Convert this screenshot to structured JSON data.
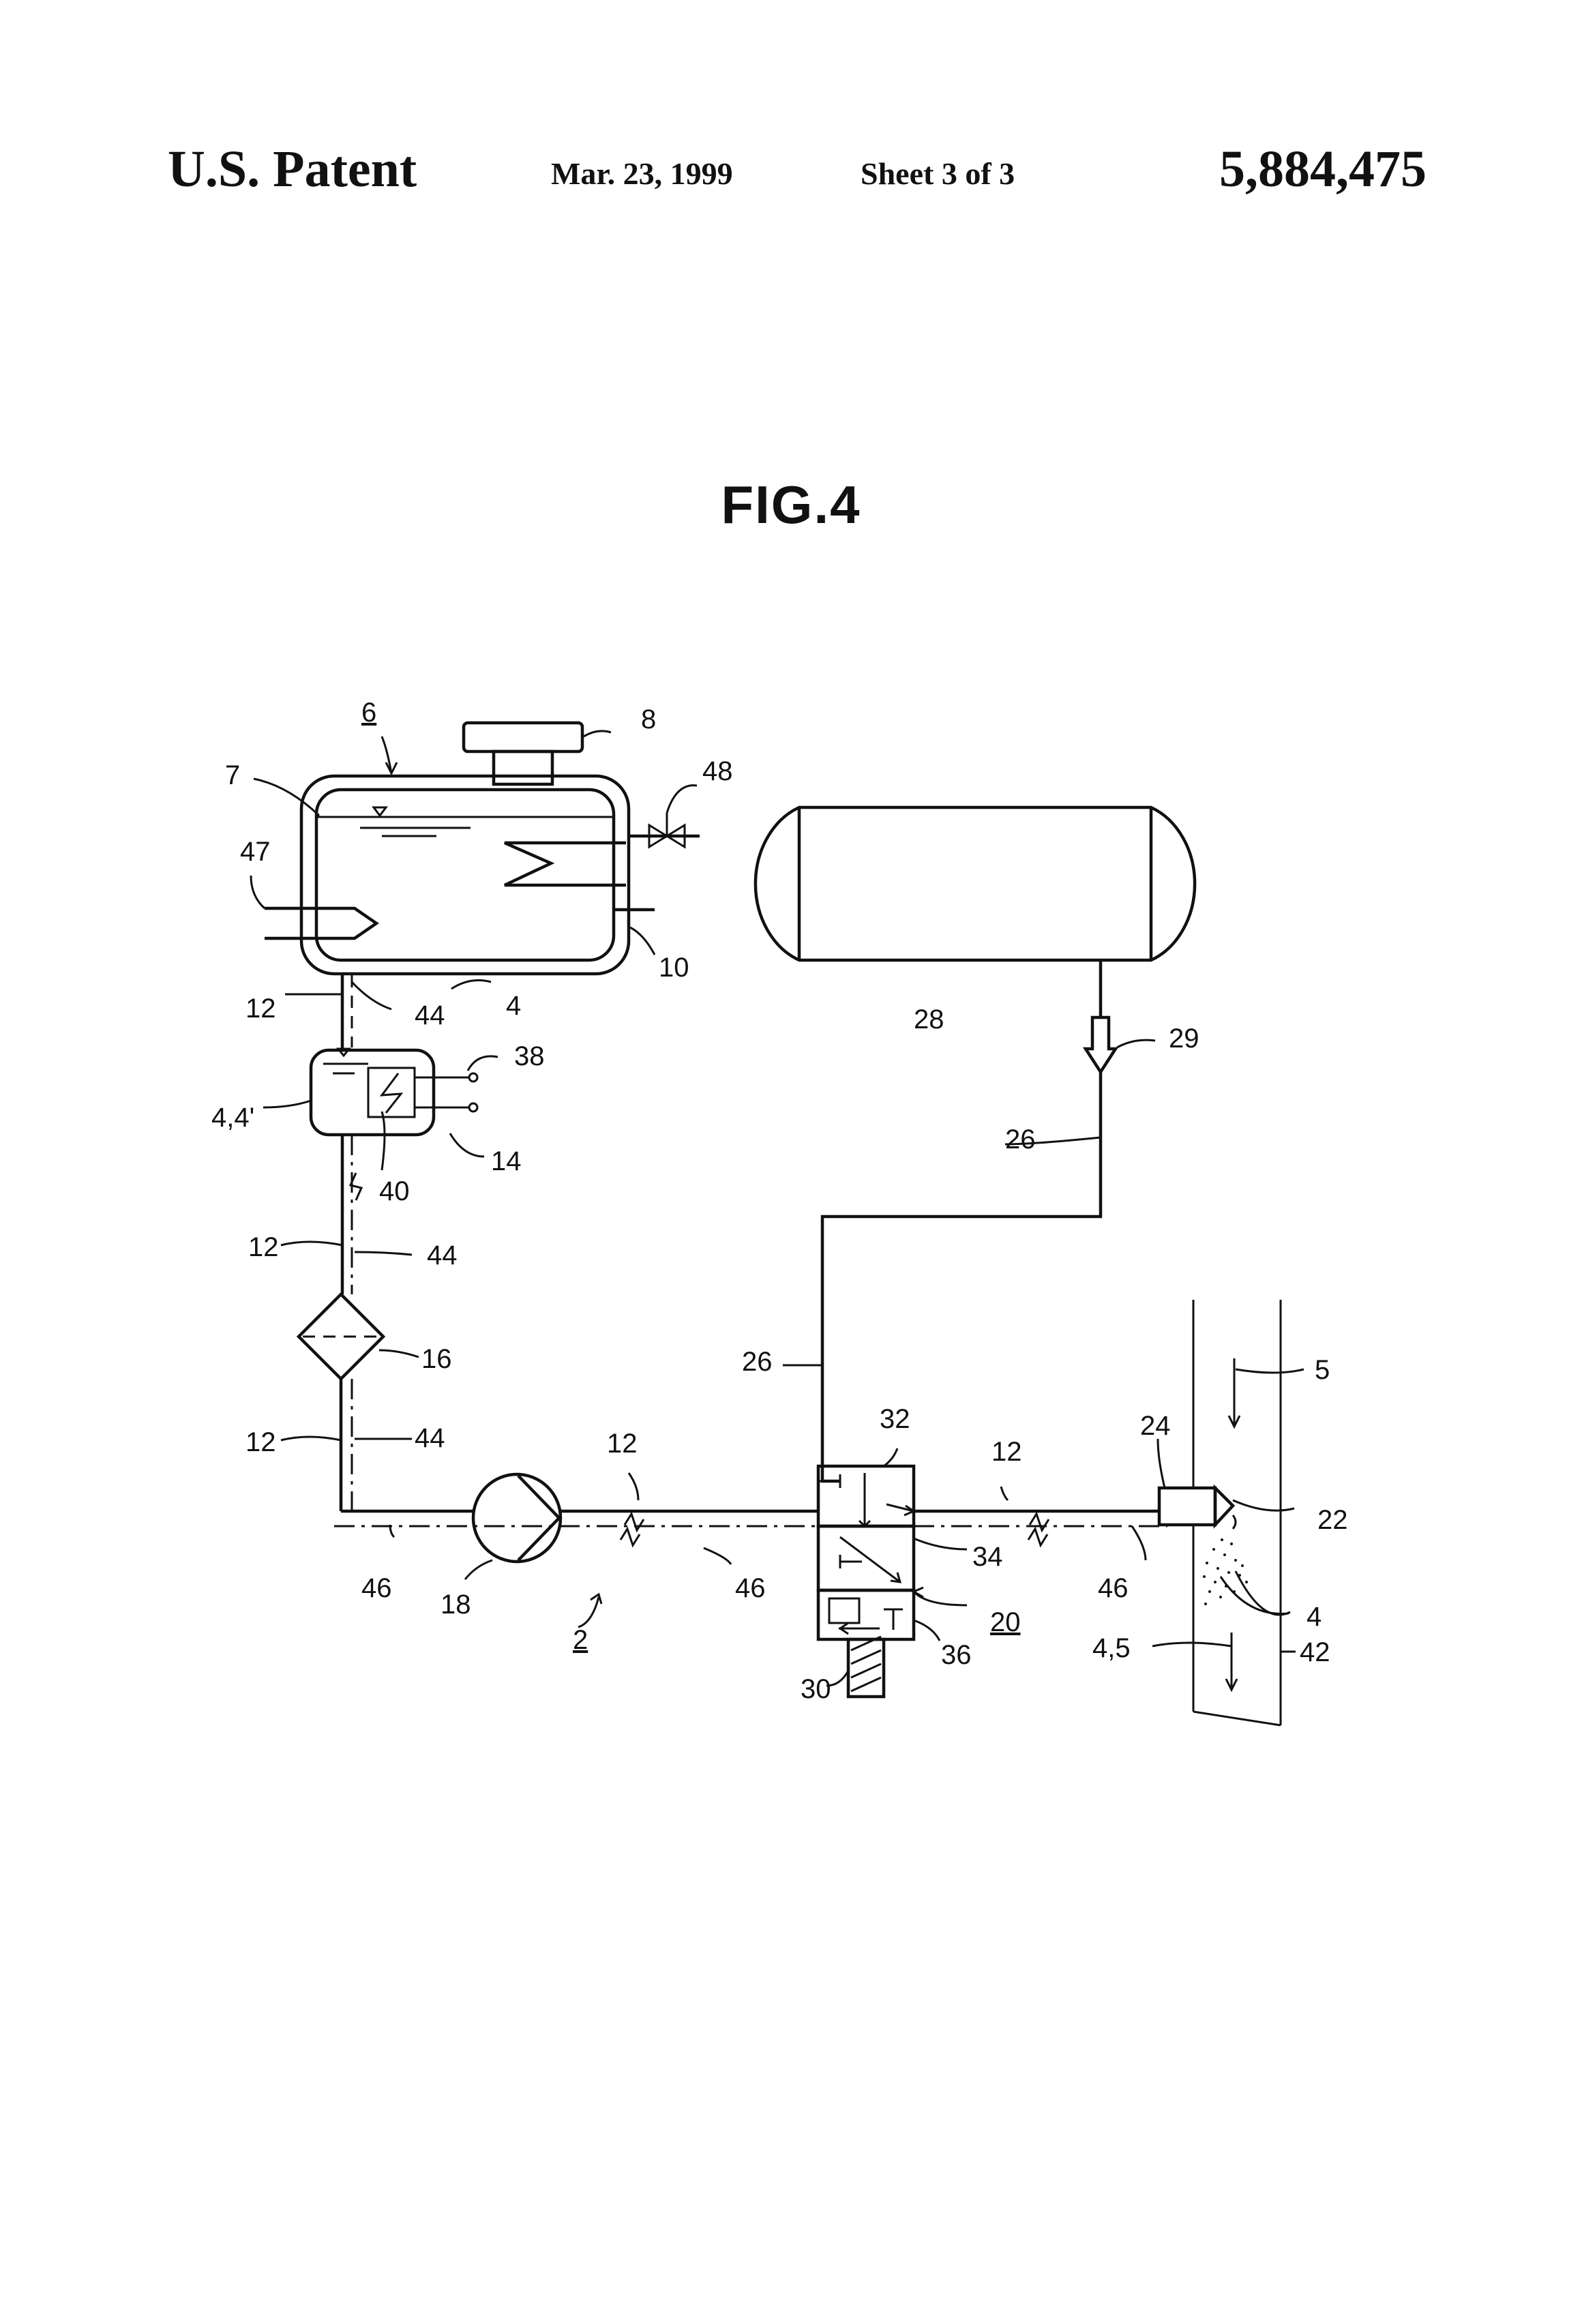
{
  "header": {
    "left": "U.S. Patent",
    "date": "Mar. 23, 1999",
    "sheet": "Sheet 3 of 3",
    "number": "5,884,475"
  },
  "figure": {
    "title": "FIG.4",
    "labels": {
      "l6": "6",
      "l8": "8",
      "l7": "7",
      "l48": "48",
      "l47": "47",
      "l4a": "4",
      "l10": "10",
      "l12a": "12",
      "l44a": "44",
      "l38": "38",
      "l44p": "4,4'",
      "l40": "40",
      "l14": "14",
      "l12b": "12",
      "l44b": "44",
      "l16": "16",
      "l12c": "12",
      "l44c": "44",
      "l46a": "46",
      "l18": "18",
      "l12d": "12",
      "l2": "2",
      "l46b": "46",
      "l28": "28",
      "l29": "29",
      "l26a": "26",
      "l26b": "26",
      "l32": "32",
      "l12e": "12",
      "l34": "34",
      "l20": "20",
      "l36": "36",
      "l30": "30",
      "l46c": "46",
      "l24": "24",
      "l22": "22",
      "l5": "5",
      "l4b": "4",
      "l45": "4,5",
      "l42": "42"
    }
  }
}
